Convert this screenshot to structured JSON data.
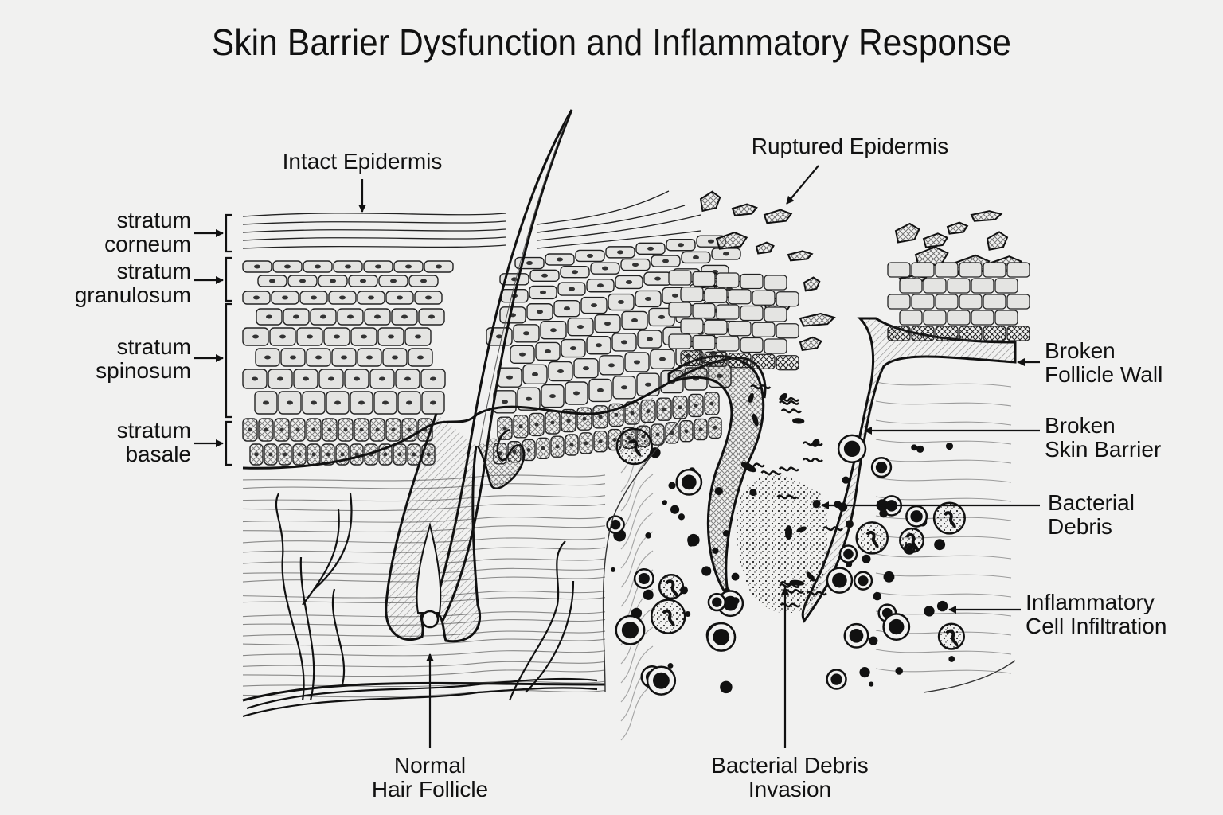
{
  "title": "Skin Barrier Dysfunction and Inflammatory Response",
  "labels": {
    "intact_epidermis": "Intact Epidermis",
    "ruptured_epidermis": "Ruptured Epidermis",
    "stratum_corneum": {
      "line1": "stratum",
      "line2": "corneum"
    },
    "stratum_granulosum": {
      "line1": "stratum",
      "line2": "granulosum"
    },
    "stratum_spinosum": {
      "line1": "stratum",
      "line2": "spinosum"
    },
    "stratum_basale": {
      "line1": "stratum",
      "line2": "basale"
    },
    "broken_follicle_wall": {
      "line1": "Broken",
      "line2": "Follicle Wall"
    },
    "broken_skin_barrier": {
      "line1": "Broken",
      "line2": "Skin Barrier"
    },
    "bacterial_debris": {
      "line1": "Bacterial",
      "line2": "Debris"
    },
    "inflammatory_cell_infiltration": {
      "line1": "Inflammatory",
      "line2": "Cell Infiltration"
    },
    "normal_hair_follicle": {
      "line1": "Normal",
      "line2": "Hair Follicle"
    },
    "bacterial_debris_invasion": {
      "line1": "Bacterial Debris",
      "line2": "Invasion"
    }
  },
  "colors": {
    "ink": "#111111",
    "paper": "#f1f1f0",
    "cell_fill": "#e4e4e2"
  }
}
